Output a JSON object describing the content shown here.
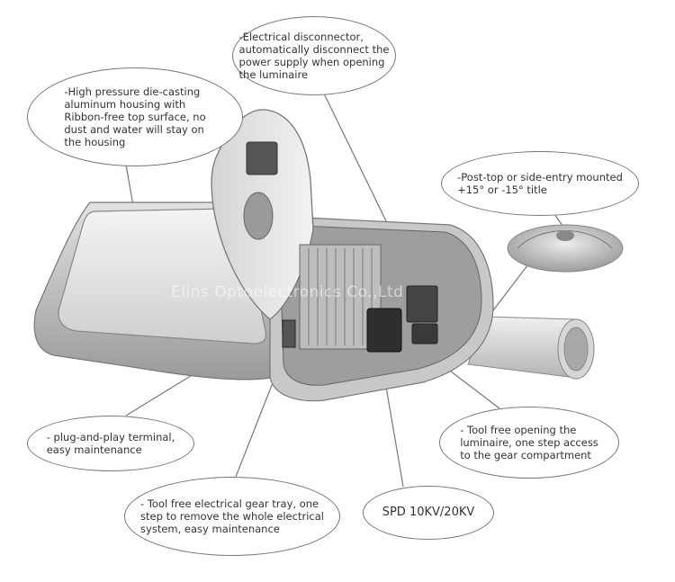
{
  "callouts": {
    "housing": "-High pressure die-casting\naluminum housing with\nRibbon-free top surface, no\ndust and water will stay on\nthe housing",
    "disconnector": "-Electrical disconnector,\nautomatically disconnect the\npower supply when opening\nthe luminaire",
    "mounting": "-Post-top or side-entry mounted\n+15° or -15° title",
    "terminal": "- plug-and-play terminal,\neasy maintenance",
    "tool_free_opening": "- Tool free opening the\nluminaire, one step access\nto the gear compartment",
    "gear_tray": "- Tool free electrical gear tray, one\nstep to remove the whole electrical\nsystem, easy maintenance",
    "spd": "SPD 10KV/20KV"
  },
  "watermark": "Elins Optoelectronics Co.,Ltd"
}
